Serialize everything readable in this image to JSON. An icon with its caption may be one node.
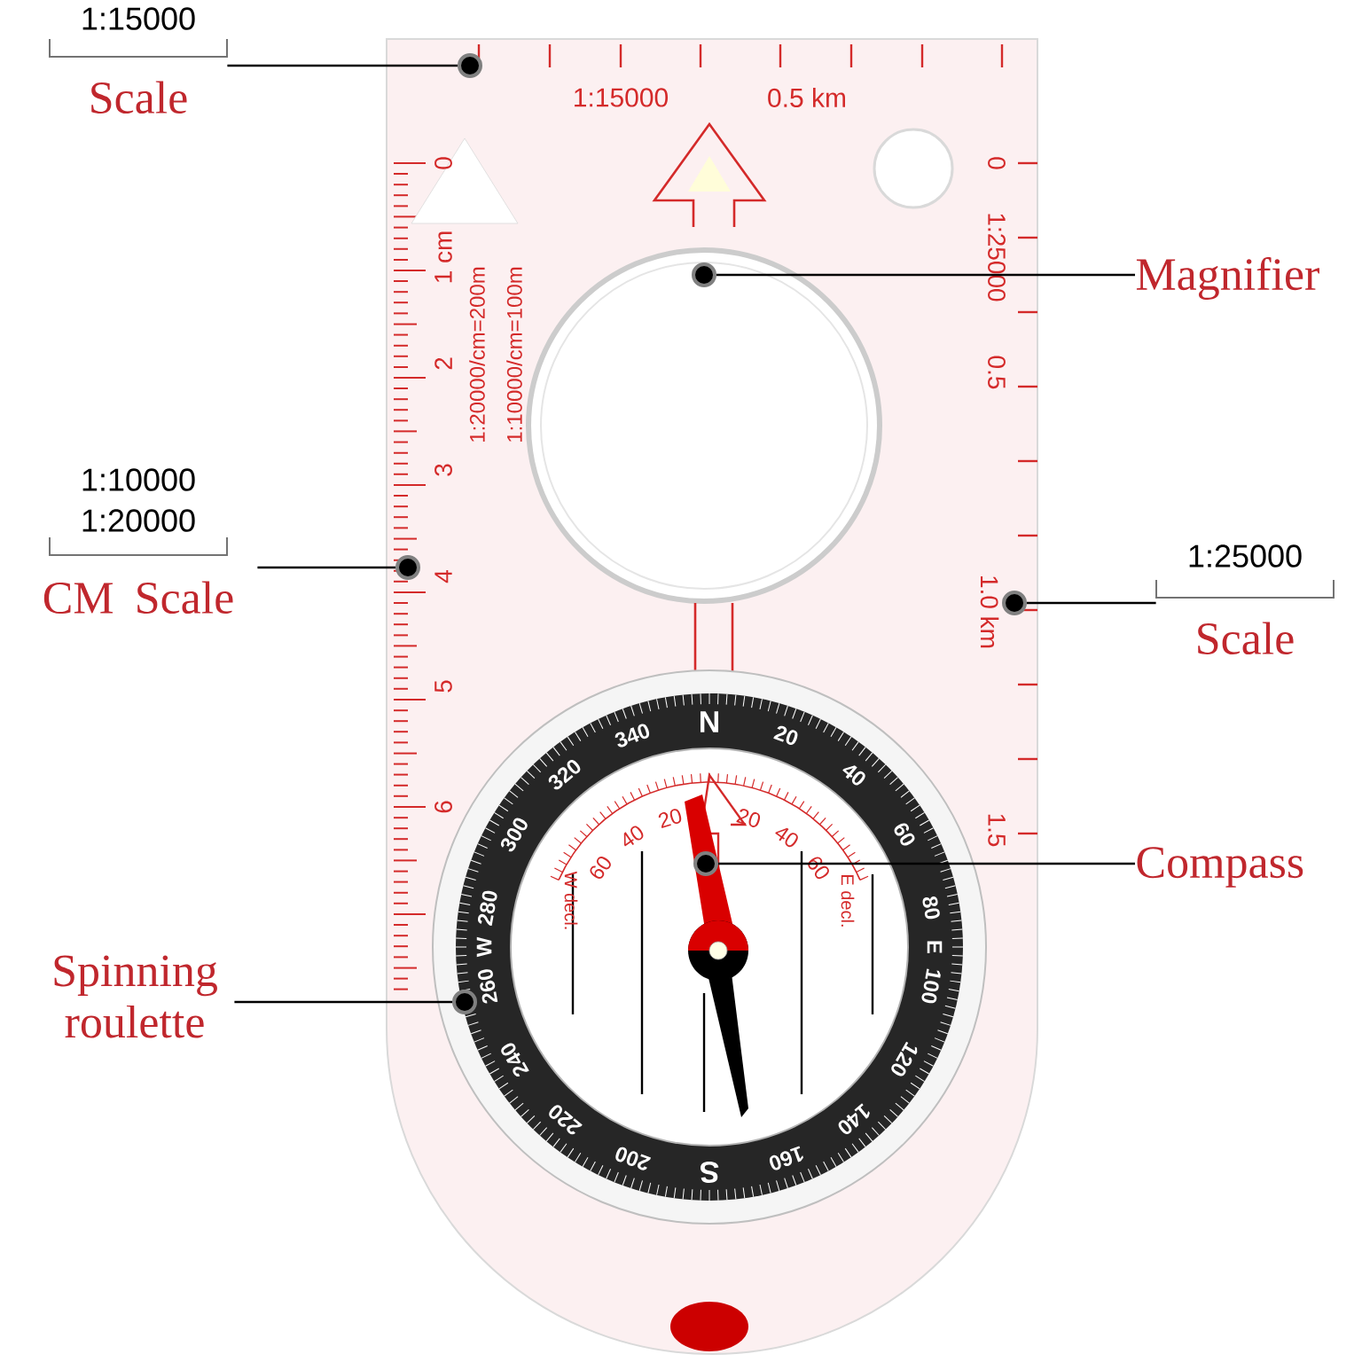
{
  "diagram": {
    "nodes": [
      {
        "text": [
          "1:15000",
          "Scale"
        ]
      },
      {
        "text": [],
        "shape": "circle"
      },
      {
        "text": [
          "Magnifier"
        ]
      },
      {
        "text": [],
        "shape": "circle"
      },
      {
        "text": [
          "1:10000",
          "1:20000",
          "CM Scale"
        ]
      },
      {
        "text": [],
        "shape": "circle"
      },
      {
        "text": [
          "1:25000",
          "Scale"
        ]
      },
      {
        "text": [],
        "shape": "circle"
      },
      {
        "text": [
          "Compass"
        ]
      },
      {
        "text": [],
        "shape": "circle"
      },
      {
        "text": [
          "Spinning roulette"
        ]
      },
      {
        "text": [],
        "shape": "circle"
      }
    ],
    "edges": [
      {
        "from": 0,
        "to": 1,
        "arrow": "none"
      },
      {
        "from": 2,
        "to": 3,
        "arrow": "none"
      },
      {
        "from": 4,
        "to": 5,
        "arrow": "none"
      },
      {
        "from": 6,
        "to": 7,
        "arrow": "none"
      },
      {
        "from": 8,
        "to": 9,
        "arrow": "none"
      },
      {
        "from": 10,
        "to": 11,
        "arrow": "none"
      }
    ],
    "labels": [
      "1:15000",
      "0.5 km",
      "0",
      "1 cm",
      "2",
      "3",
      "4",
      "5",
      "6",
      "1:20000/cm=200m",
      "1:10000/cm=100m",
      "0",
      "1:25000",
      "0.5",
      "1.0 km",
      "1.5",
      "N",
      "20",
      "40",
      "60",
      "80",
      "E",
      "100",
      "120",
      "140",
      "160",
      "S",
      "200",
      "220",
      "240",
      "260",
      "W",
      "280",
      "300",
      "320",
      "340",
      "20",
      "40",
      "60",
      "W decl.",
      "20",
      "40",
      "60",
      "E decl."
    ]
  }
}
